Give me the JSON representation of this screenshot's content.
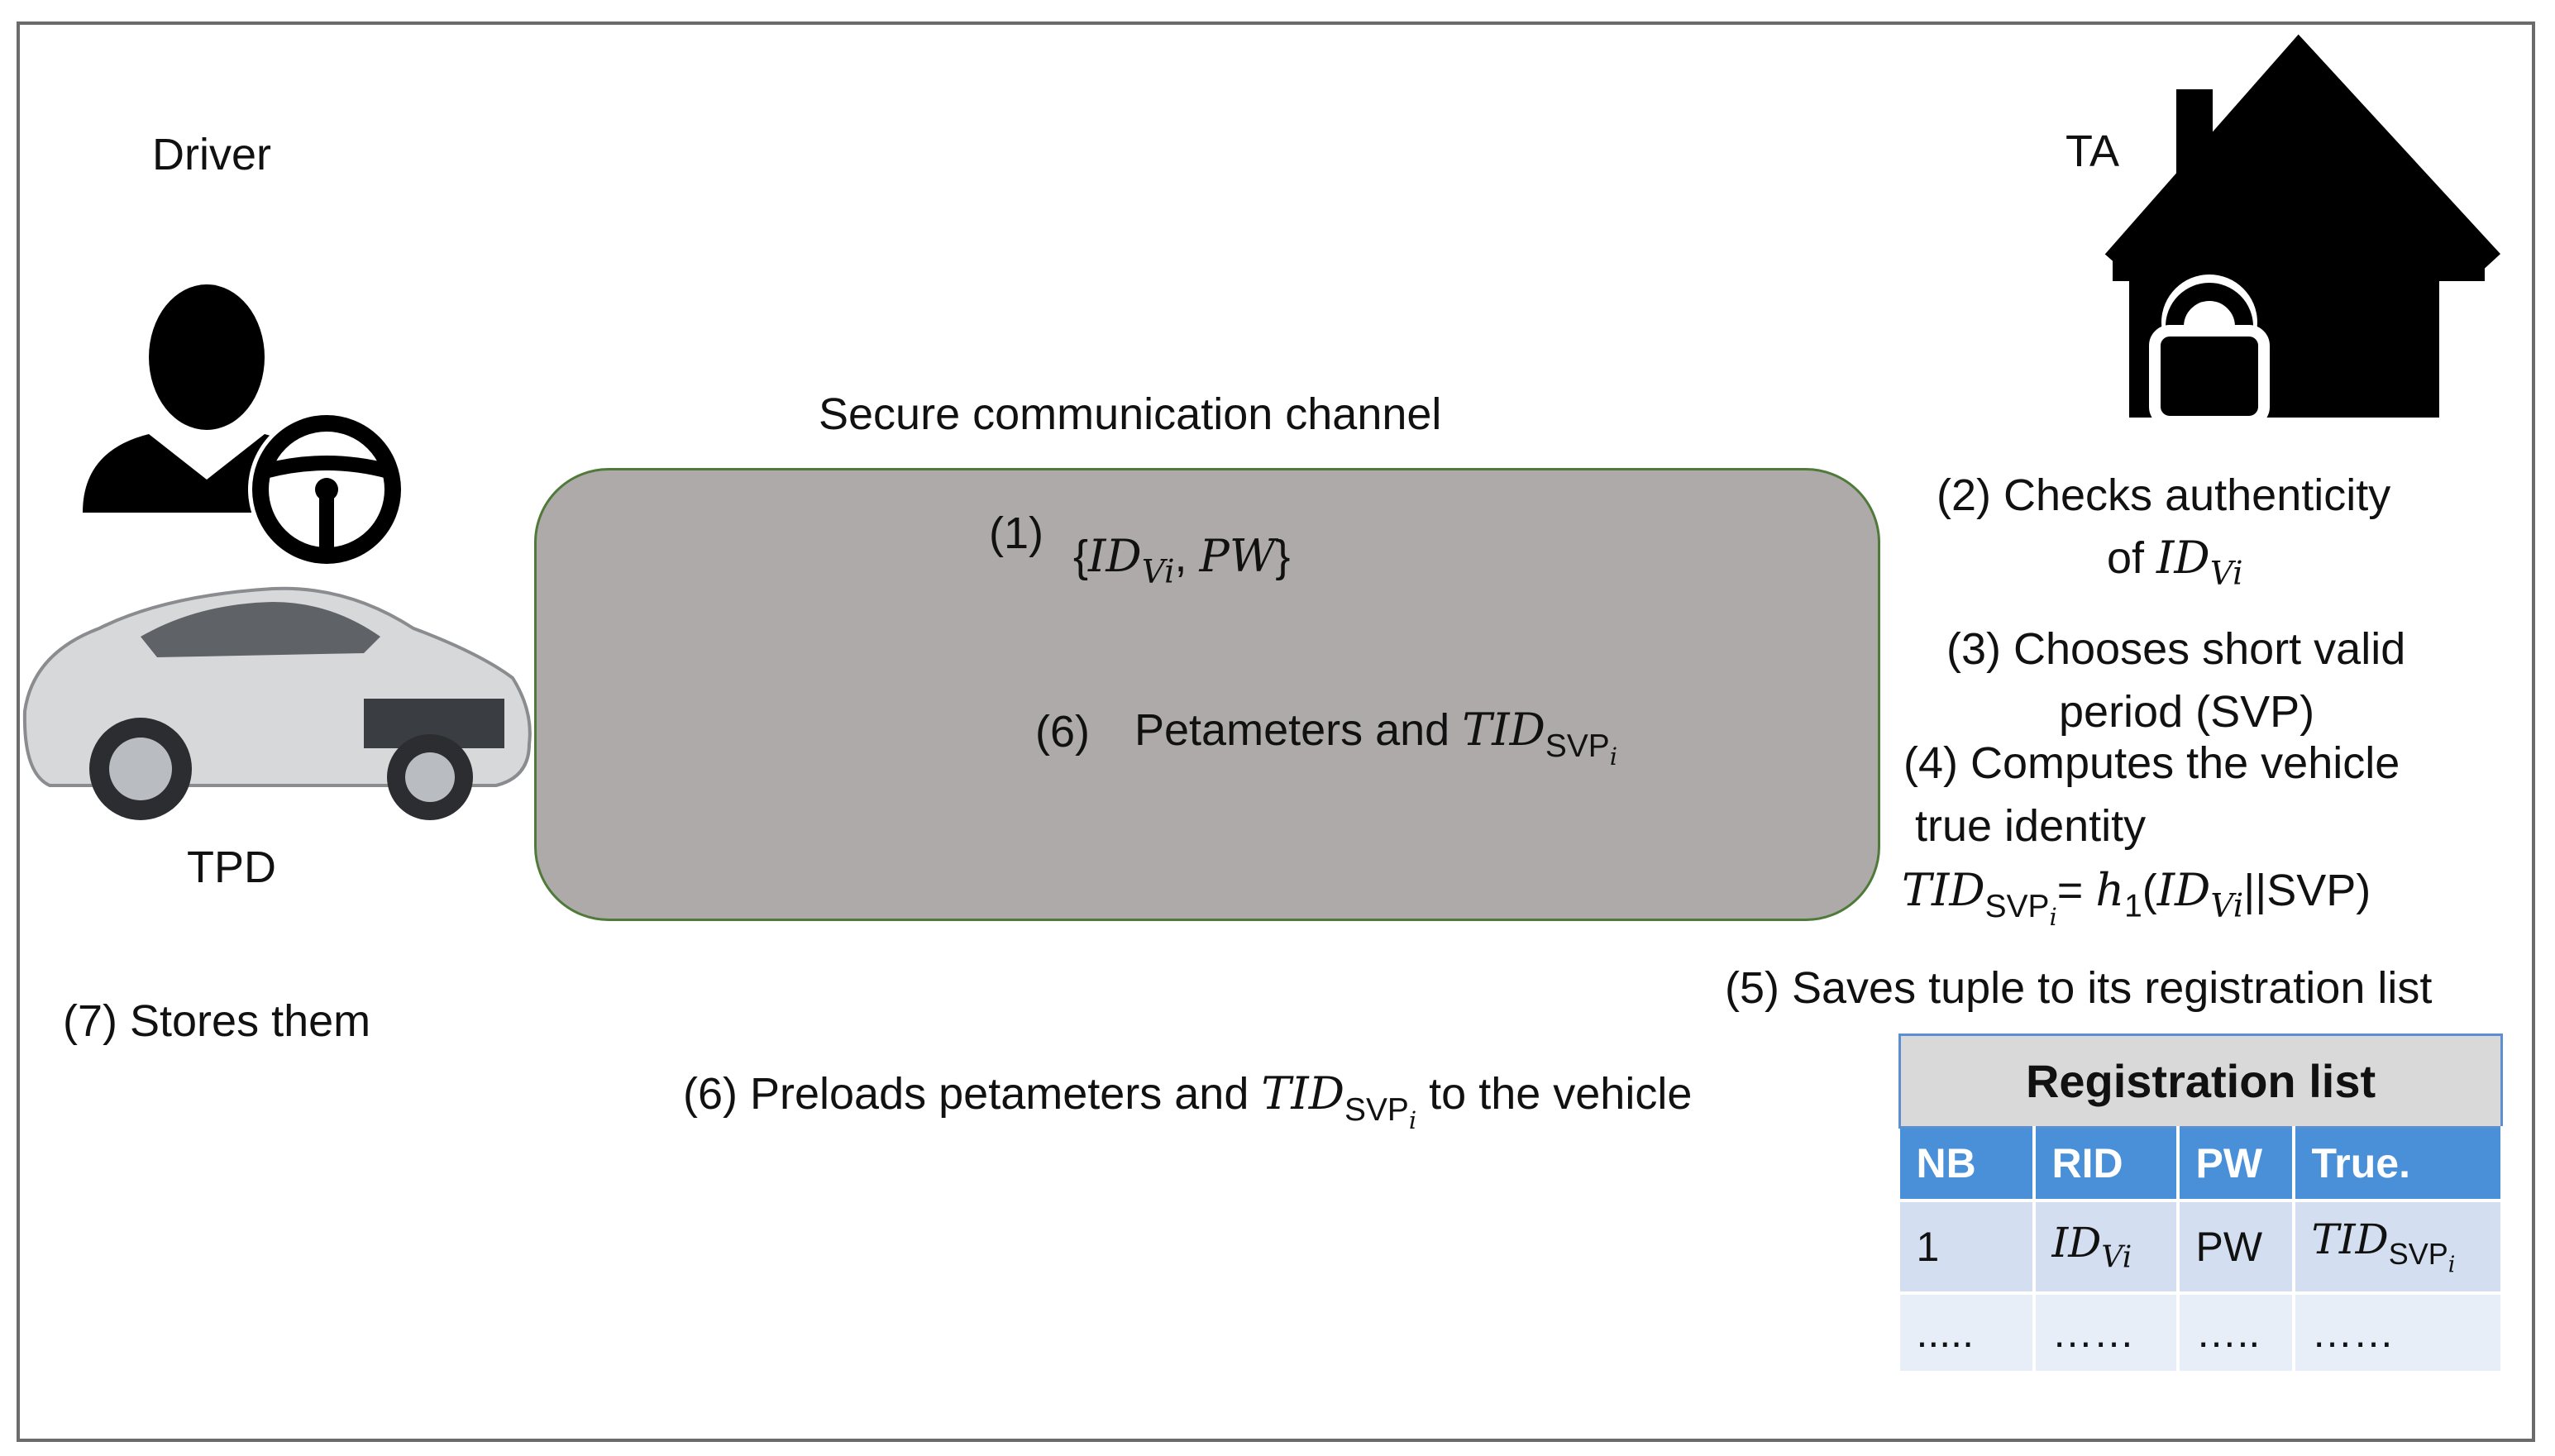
{
  "actors": {
    "driver_label": "Driver",
    "ta_label": "TA",
    "tpd_label": "TPD"
  },
  "channel": {
    "title": "Secure communication channel",
    "msg1_index": "(1)",
    "msg1_open": "{",
    "msg1_id": "ID",
    "msg1_id_sub": "Vi",
    "msg1_sep": ",  ",
    "msg1_pw": "PW",
    "msg1_close": "}",
    "msg6_index": "(6)",
    "msg6_text": "Petameters and ",
    "tid": "TID",
    "svp": "SVP",
    "svp_sub": "i"
  },
  "ta_steps": {
    "step2_line1": "(2) Checks authenticity",
    "step2_line2": "of ",
    "step3_line1": "(3) Chooses short valid",
    "step3_line2": "period (SVP)",
    "step4_line1": "(4) Computes  the vehicle",
    "step4_line2": "true identity",
    "step4_eq": "= ",
    "step4_h": "h",
    "step4_h_sub": "1",
    "step4_open": "(",
    "step4_concat": "||SVP)",
    "step5": "(5) Saves tuple to its registration list"
  },
  "driver_steps": {
    "step7": "(7) Stores them"
  },
  "preload": {
    "prefix": "(6) Preloads petameters and ",
    "suffix": " to the vehicle"
  },
  "registration_list": {
    "title": "Registration list",
    "columns": [
      "NB",
      "RID",
      "PW",
      "True."
    ],
    "row1": {
      "nb": "1",
      "rid": "ID",
      "rid_sub": "Vi",
      "pw": "PW",
      "tid": "TID",
      "svp": "SVP",
      "svp_sub": "i"
    },
    "row2": {
      "nb": ".....",
      "rid": "……",
      "pw": "…..",
      "tid": "……"
    }
  },
  "icons": [
    "driver-person-icon",
    "steering-wheel-icon",
    "car-image",
    "house-lock-icon"
  ],
  "colors": {
    "channel_fill": "#aeaaaa",
    "table_header": "#4a90d9",
    "table_row": "#d3dff0",
    "table_title": "#d9d9d9"
  }
}
